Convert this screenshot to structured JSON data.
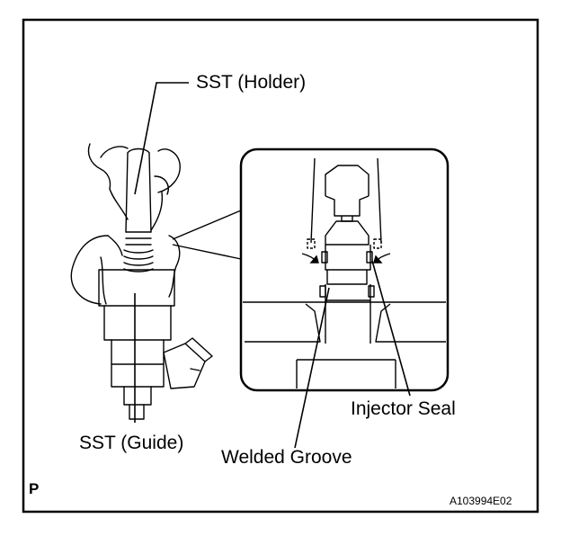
{
  "labels": {
    "holder": "SST (Holder)",
    "guide": "SST (Guide)",
    "injector_seal": "Injector Seal",
    "welded_groove": "Welded Groove"
  },
  "corner_mark": "P",
  "figure_id": "A103994E02",
  "colors": {
    "line": "#000000",
    "background": "#ffffff"
  }
}
